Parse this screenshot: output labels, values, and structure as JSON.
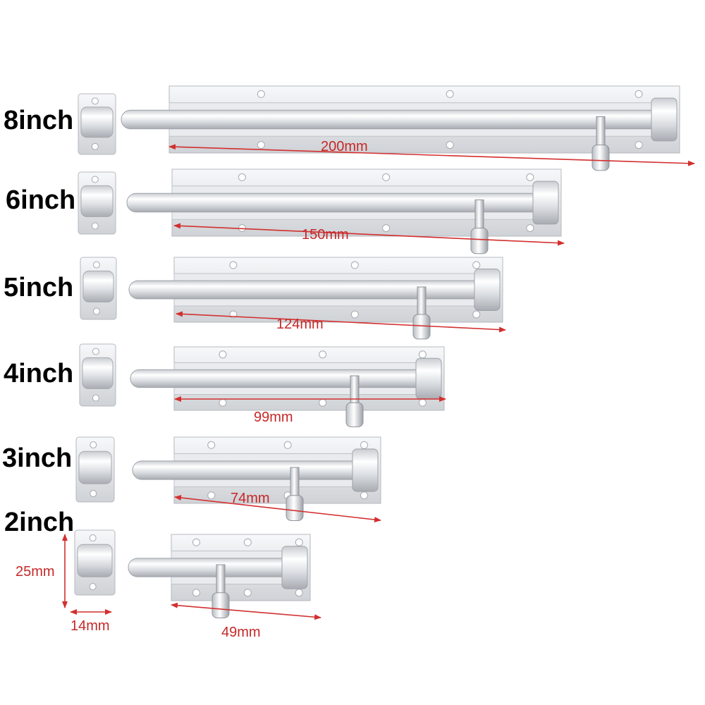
{
  "colors": {
    "dimension_line": "#d32f2f",
    "dimension_text": "#c62828",
    "size_text": "#000000",
    "metal_light": "#f4f5f7",
    "metal_mid": "#d7d9dd",
    "metal_dark": "#9fa3a9"
  },
  "bolts": [
    {
      "size_label": "8inch",
      "length_label": "200mm"
    },
    {
      "size_label": "6inch",
      "length_label": "150mm"
    },
    {
      "size_label": "5inch",
      "length_label": "124mm"
    },
    {
      "size_label": "4inch",
      "length_label": "99mm"
    },
    {
      "size_label": "3inch",
      "length_label": "74mm"
    },
    {
      "size_label": "2inch",
      "length_label": "49mm"
    }
  ],
  "keeper_dimensions": {
    "height_label": "25mm",
    "width_label": "14mm"
  }
}
